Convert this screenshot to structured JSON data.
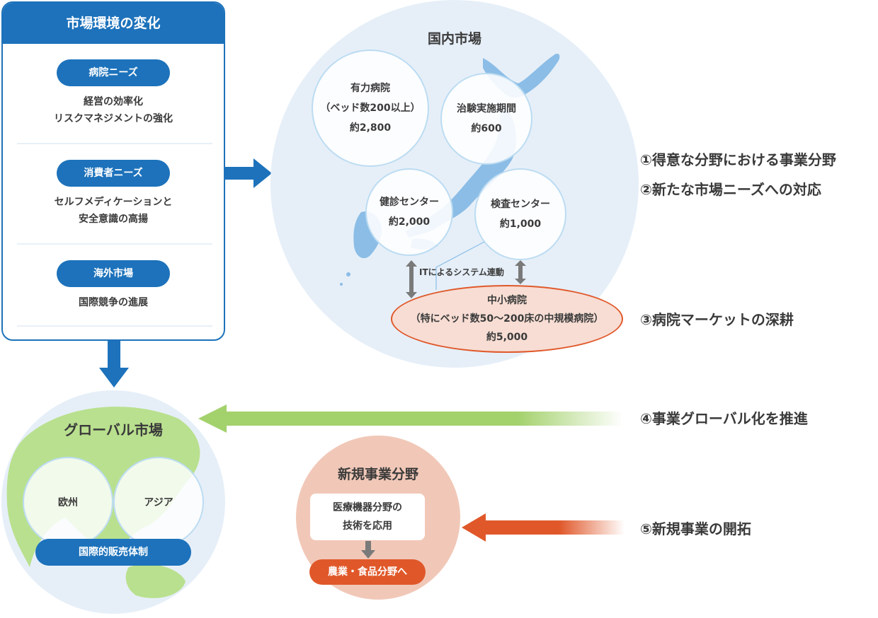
{
  "market_change": {
    "title": "市場環境の変化",
    "sections": [
      {
        "label": "病院ニーズ",
        "text": "経営の効率化\nリスクマネジメントの強化"
      },
      {
        "label": "消費者ニーズ",
        "text": "セルフメディケーションと\n安全意識の高揚"
      },
      {
        "label": "海外市場",
        "text": "国際競争の進展"
      }
    ]
  },
  "domestic": {
    "title": "国内市場",
    "bubbles": [
      {
        "name": "有力病院",
        "detail": "（ベッド数200以上）",
        "count": "約2,800"
      },
      {
        "name": "治験実施期間",
        "count": "約600"
      },
      {
        "name": "健診センター",
        "count": "約2,000"
      },
      {
        "name": "検査センター",
        "count": "約1,000"
      }
    ],
    "it_link": "ITによるシステム連動",
    "small_hospitals": {
      "name": "中小病院",
      "detail": "（特にベッド数50〜200床の中規模病院）",
      "count": "約5,000"
    }
  },
  "strategies": [
    "①得意な分野における事業分野",
    "②新たな市場ニーズへの対応",
    "③病院マーケットの深耕",
    "④事業グローバル化を推進",
    "⑤新規事業の開拓"
  ],
  "global": {
    "title": "グローバル市場",
    "regions": [
      "欧州",
      "アジア"
    ],
    "system": "国際的販売体制"
  },
  "new_business": {
    "title": "新規事業分野",
    "source": [
      "医療機器分野の",
      "技術を応用"
    ],
    "target": "農業・食品分野へ"
  },
  "colors": {
    "blue": "#1d72bb",
    "green": "#a3d16c",
    "orange": "#e0582a",
    "light_blue": "#e6eff8",
    "salmon": "#f1c8b8",
    "map_blue": "#8bbde6",
    "land_green": "#b9e08e"
  }
}
